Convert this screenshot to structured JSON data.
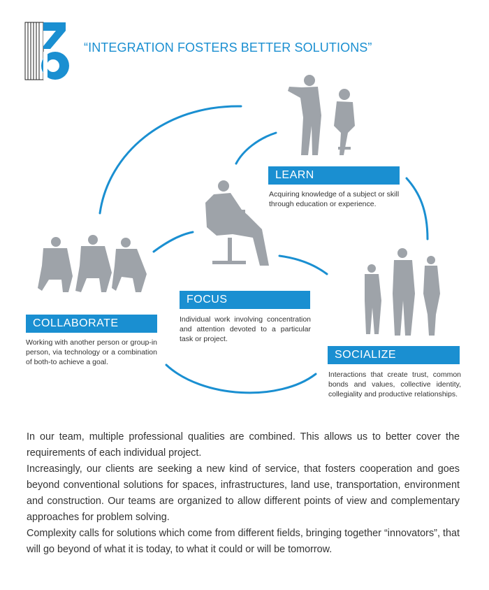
{
  "header": {
    "tagline": "“INTEGRATION FOSTERS BETTER SOLUTIONS”",
    "logo_icon": "company-logo-icon"
  },
  "colors": {
    "accent": "#1a8fd1",
    "figure_gray": "#9ea3a9",
    "text": "#333333"
  },
  "nodes": {
    "learn": {
      "label": "LEARN",
      "description": "Acquiring knowledge of a subject or skill through education or experience."
    },
    "focus": {
      "label": "FOCUS",
      "description": "Individual work involving concentration and attention devoted to a particular task or project."
    },
    "collaborate": {
      "label": "COLLABORATE",
      "description": "Working with another person or group-in person, via technology or a combination of both-to achieve a goal."
    },
    "socialize": {
      "label": "SOCIALIZE",
      "description": "Interactions that create trust, common bonds and values, collective identity, collegiality and productive relationships."
    }
  },
  "body": {
    "p1": "In our team, multiple professional qualities are combined. This allows us to better cover the requirements of each individual project.",
    "p2": "Increasingly, our clients are seeking a new kind of service, that fosters cooperation and goes beyond conventional solutions for spaces, infrastructures, land use, transportation, environment and construction. Our teams are organized to allow different points of view and complementary approaches for problem solving.",
    "p3": "Complexity calls for solutions which come from different fields, bringing together “innovators”, that will go beyond of what it is today, to what it could or will be tomorrow."
  }
}
